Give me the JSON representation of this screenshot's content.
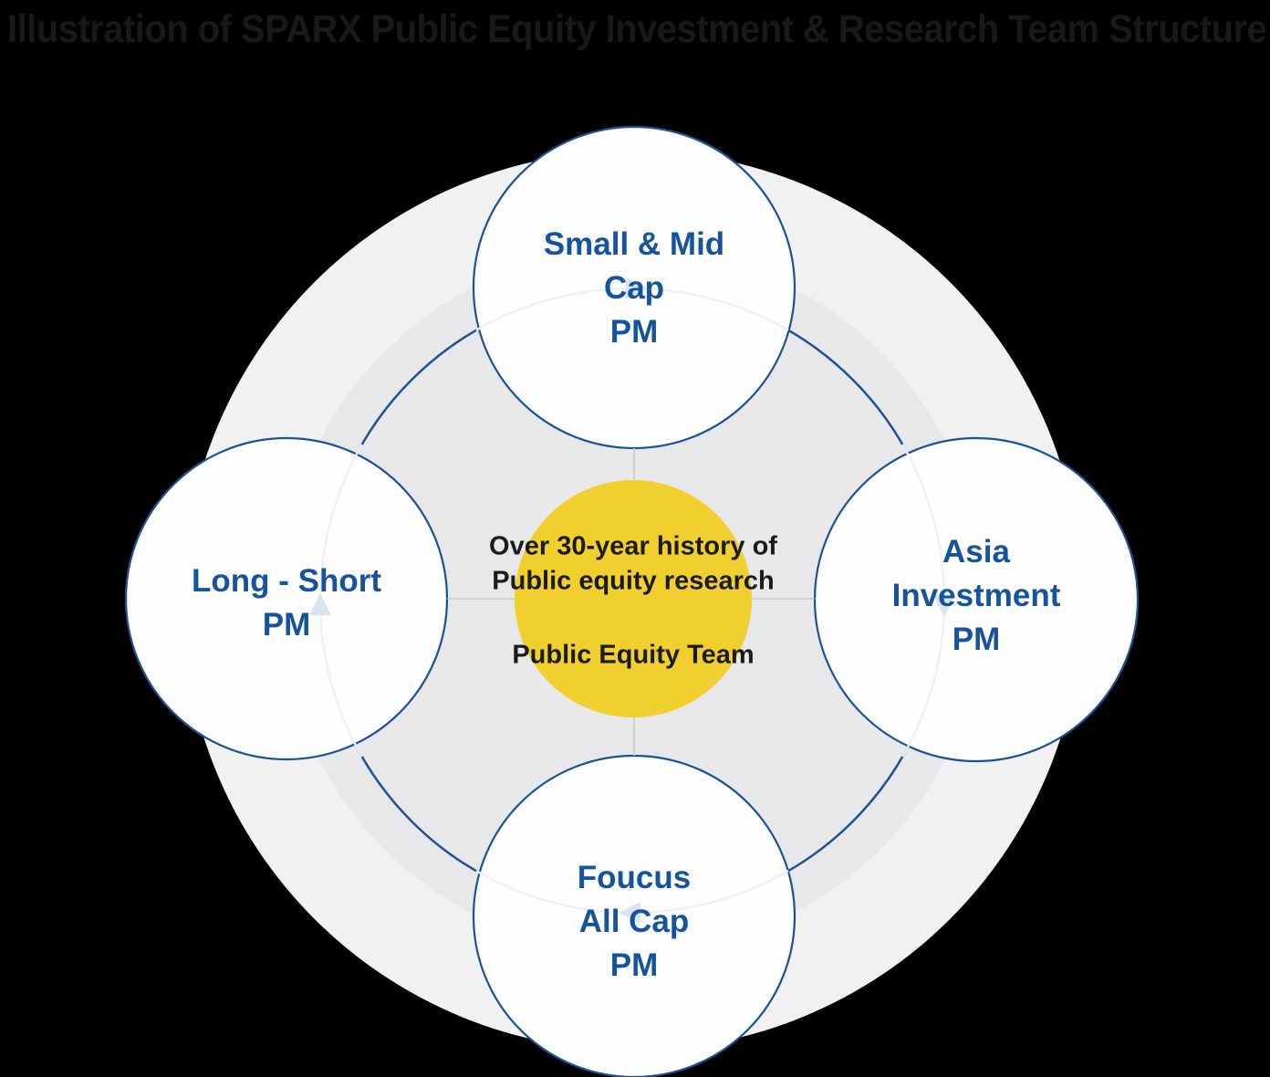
{
  "title": "Illustration of SPARX Public Equity Investment & Research Team Structure",
  "center_node": {
    "heading_line1": "Over 30-year history of",
    "heading_line2": "Public equity research",
    "team_label": "Public Equity Team"
  },
  "nodes": {
    "top": {
      "line1": "Small & Mid",
      "line2": "Cap",
      "line3": "PM"
    },
    "right": {
      "line1": "Asia",
      "line2": "Investment",
      "line3": "PM"
    },
    "bottom": {
      "line1": "Foucus",
      "line2": "All Cap",
      "line3": "PM"
    },
    "left": {
      "line1": "Long - Short",
      "line2": "PM"
    }
  },
  "colors": {
    "background": "#000000",
    "outer_halo_gray": "#f1f1f2",
    "inner_disc_gray": "#e8e8ea",
    "ring_blue": "#1e5193",
    "node_border_blue": "#1e5193",
    "node_fill": "#fdfdfe",
    "label_blue": "#15549d",
    "center_yellow": "#f0cf2e",
    "center_text": "#1b1b1b",
    "connector_gray": "#c9c9c9",
    "faint_arc": "#edf1f6",
    "faint_arrow": "#dbe3ee",
    "title_text": "#191919"
  }
}
